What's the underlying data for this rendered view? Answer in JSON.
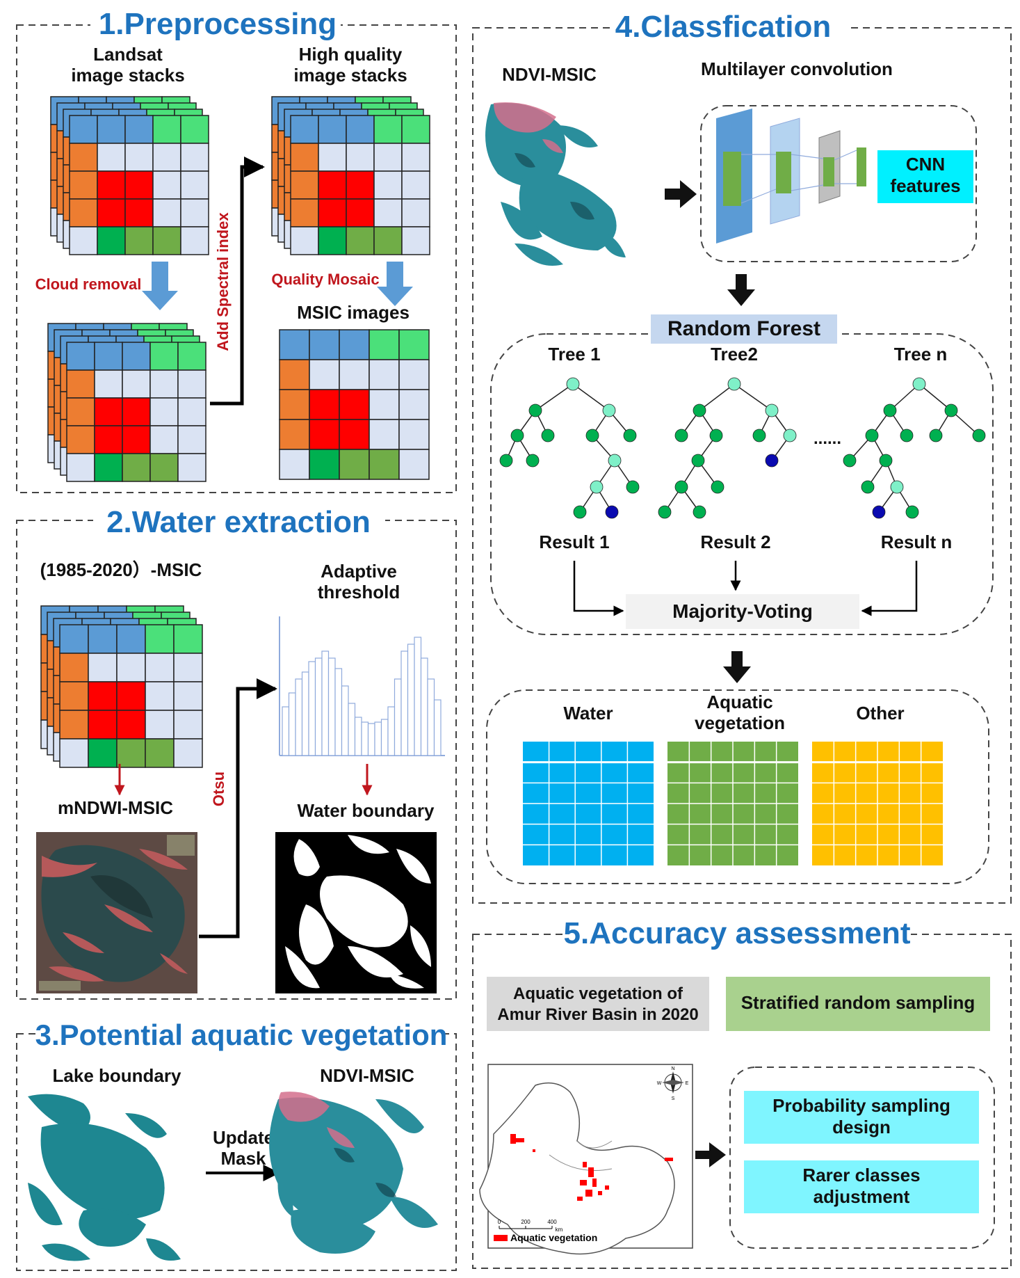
{
  "sections": {
    "preprocessing": {
      "title": "1.Preprocessing",
      "landsat_l1": "Landsat",
      "landsat_l2": "image stacks",
      "hq_l1": "High quality",
      "hq_l2": "image stacks",
      "cloud_removal": "Cloud removal",
      "add_spectral_index": "Add Spectral index",
      "quality_mosaic": "Quality Mosaic",
      "msic_images": "MSIC images"
    },
    "water": {
      "title": "2.Water extraction",
      "msic_label": "(1985-2020）-MSIC",
      "adaptive_l1": "Adaptive",
      "adaptive_l2": "threshold",
      "mndwi": "mNDWI-MSIC",
      "otsu": "Otsu",
      "water_boundary": "Water boundary"
    },
    "potential": {
      "title": "3.Potential aquatic vegetation",
      "lake_boundary": "Lake boundary",
      "ndvi_msic": "NDVI-MSIC",
      "update_l1": "Update",
      "update_l2": "Mask"
    },
    "classification": {
      "title": "4.Classfication",
      "ndvi_msic": "NDVI-MSIC",
      "multilayer": "Multilayer convolution",
      "cnn_l1": "CNN",
      "cnn_l2": "features",
      "random_forest": "Random Forest",
      "trees": [
        "Tree 1",
        "Tree2",
        "Tree n"
      ],
      "dots": "......",
      "results": [
        "Result 1",
        "Result 2",
        "Result n"
      ],
      "majority_voting": "Majority-Voting",
      "class_water": "Water",
      "class_aquatic_l1": "Aquatic",
      "class_aquatic_l2": "vegetation",
      "class_other": "Other"
    },
    "accuracy": {
      "title": "5.Accuracy assessment",
      "box1_l1": "Aquatic vegetation of",
      "box1_l2": "Amur River Basin in 2020",
      "box2": "Stratified random sampling",
      "prob_l1": "Probability sampling",
      "prob_l2": "design",
      "rarer_l1": "Rarer classes",
      "rarer_l2": "adjustment",
      "legend": "Aquatic vegetation",
      "scale_ticks": [
        "0",
        "200",
        "400"
      ],
      "scale_unit": "km",
      "compass": [
        "N",
        "S",
        "W",
        "E"
      ]
    }
  },
  "colors": {
    "title_blue": "#1e73be",
    "label_red": "#c0161d",
    "cell_blue": "#5b9bd5",
    "cell_green": "#4be07a",
    "cell_orange": "#ed7d31",
    "cell_red": "#ff0000",
    "cell_light": "#dae3f3",
    "cell_dgreen": "#00b050",
    "cell_mgreen": "#70ad47",
    "arrow_blue": "#5b9bd5",
    "cyan": "#00f0ff",
    "light_cyan": "#7ff5ff",
    "water_class": "#00b0f0",
    "aquatic_class": "#70ad47",
    "other_class": "#ffc000"
  }
}
